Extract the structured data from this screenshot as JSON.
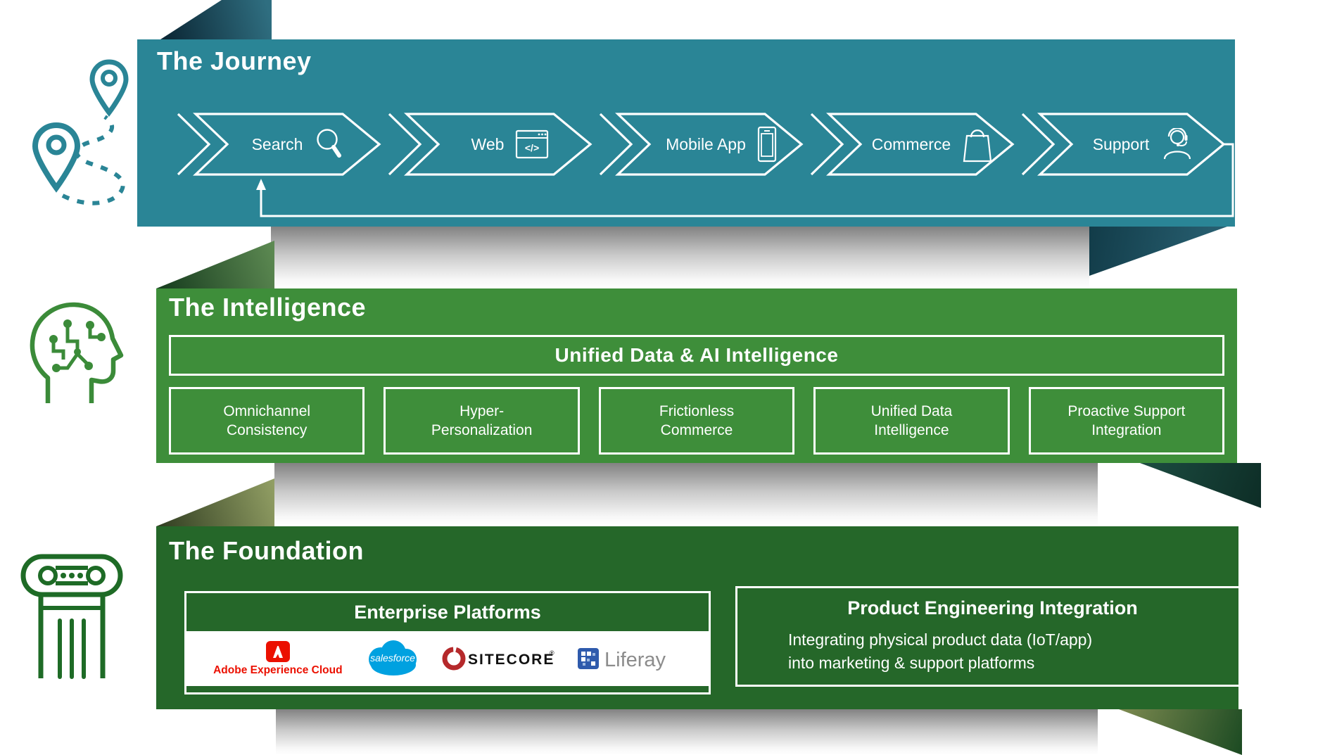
{
  "journey": {
    "title": "The Journey",
    "stations": [
      {
        "label": "Search",
        "icon": "magnifier-icon"
      },
      {
        "label": "Web",
        "icon": "browser-code-icon",
        "icon_glyph": "</>"
      },
      {
        "label": "Mobile App",
        "icon": "smartphone-icon"
      },
      {
        "label": "Commerce",
        "icon": "shopping-bag-icon"
      },
      {
        "label": "Support",
        "icon": "support-agent-icon"
      }
    ]
  },
  "intelligence": {
    "title": "The Intelligence",
    "unified_banner": "Unified Data & AI Intelligence",
    "capabilities": [
      "Omnichannel\nConsistency",
      "Hyper-\nPersonalization",
      "Frictionless\nCommerce",
      "Unified Data\nIntelligence",
      "Proactive Support\nIntegration"
    ]
  },
  "foundation": {
    "title": "The Foundation",
    "enterprise_platforms": {
      "title": "Enterprise Platforms",
      "logos": {
        "adobe": "Adobe Experience Cloud",
        "salesforce": "salesforce",
        "sitecore": "SITECORE",
        "sitecore_mark": "®",
        "liferay": "Liferay"
      }
    },
    "product_engineering": {
      "title": "Product Engineering Integration",
      "description": "Integrating physical product data (IoT/app)\ninto marketing & support platforms"
    }
  },
  "colors": {
    "journey_teal": "#2a8596",
    "intelligence_green": "#3e8e3a",
    "foundation_green": "#256729",
    "adobe_red": "#eb1000",
    "salesforce_blue": "#00a1e0",
    "sitecore_red": "#b5292b",
    "liferay_blue": "#2e5aac"
  }
}
